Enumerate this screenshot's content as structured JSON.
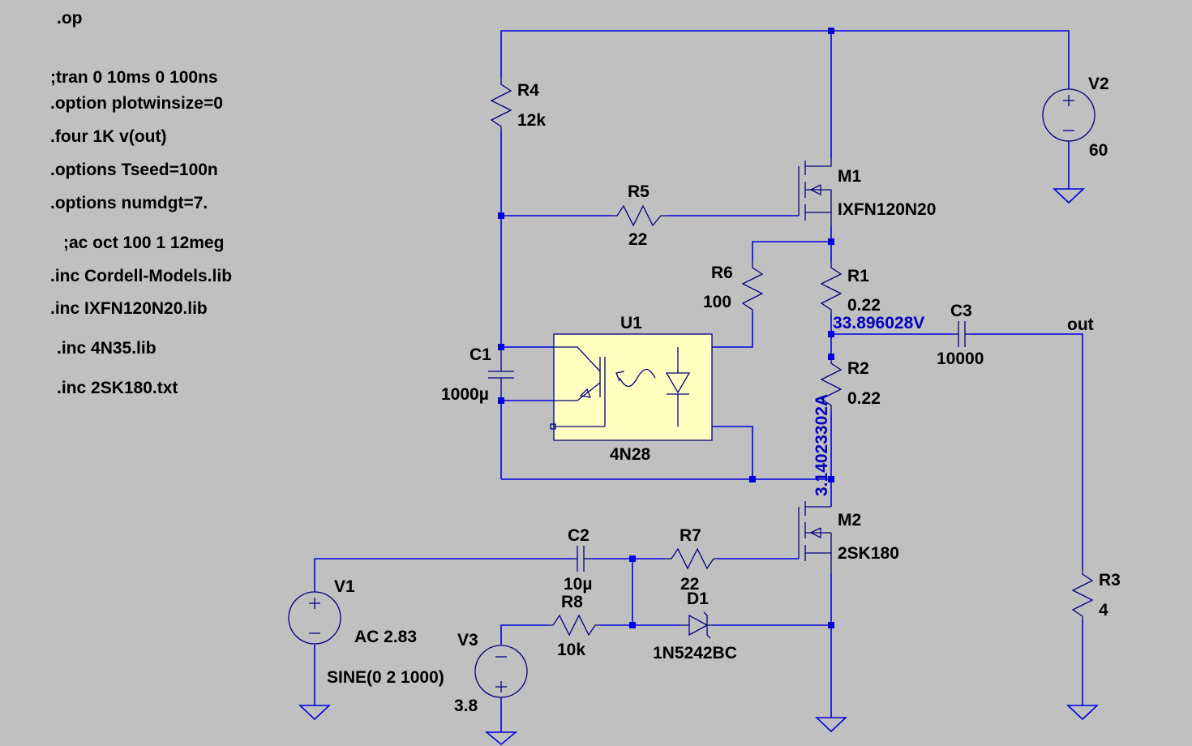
{
  "directives": [
    ".op",
    ";tran 0 10ms 0 100ns",
    ".option plotwinsize=0",
    ".four 1K v(out)",
    ".options Tseed=100n",
    ".options numdgt=7.",
    ";ac oct 100 1 12meg",
    ".inc Cordell-Models.lib",
    ".inc IXFN120N20.lib",
    ".inc 4N35.lib",
    ".inc 2SK180.txt"
  ],
  "components": {
    "R4": {
      "name": "R4",
      "value": "12k"
    },
    "R5": {
      "name": "R5",
      "value": "22"
    },
    "R6": {
      "name": "R6",
      "value": "100"
    },
    "R1": {
      "name": "R1",
      "value": "0.22"
    },
    "R2": {
      "name": "R2",
      "value": "0.22"
    },
    "R3": {
      "name": "R3",
      "value": "4"
    },
    "R7": {
      "name": "R7",
      "value": "22"
    },
    "R8": {
      "name": "R8",
      "value": "10k"
    },
    "C1": {
      "name": "C1",
      "value": "1000µ"
    },
    "C2": {
      "name": "C2",
      "value": "10µ"
    },
    "C3": {
      "name": "C3",
      "value": "10000"
    },
    "M1": {
      "name": "M1",
      "value": "IXFN120N20"
    },
    "M2": {
      "name": "M2",
      "value": "2SK180"
    },
    "D1": {
      "name": "D1",
      "value": "1N5242BC"
    },
    "U1": {
      "name": "U1",
      "value": "4N28"
    },
    "V1": {
      "name": "V1",
      "value1": "AC 2.83",
      "value2": "SINE(0 2 1000)"
    },
    "V2": {
      "name": "V2",
      "value": "60"
    },
    "V3": {
      "name": "V3",
      "value": "3.8"
    }
  },
  "net_labels": {
    "out": "out"
  },
  "annotations": {
    "node_voltage": "33.896028V",
    "branch_current": "3.14023302A"
  },
  "colors": {
    "background": "#c0c0c0",
    "wire": "#0000e0",
    "symbol": "#000080",
    "annotation": "#0000c0",
    "optocoupler_fill": "#ffffc0"
  }
}
